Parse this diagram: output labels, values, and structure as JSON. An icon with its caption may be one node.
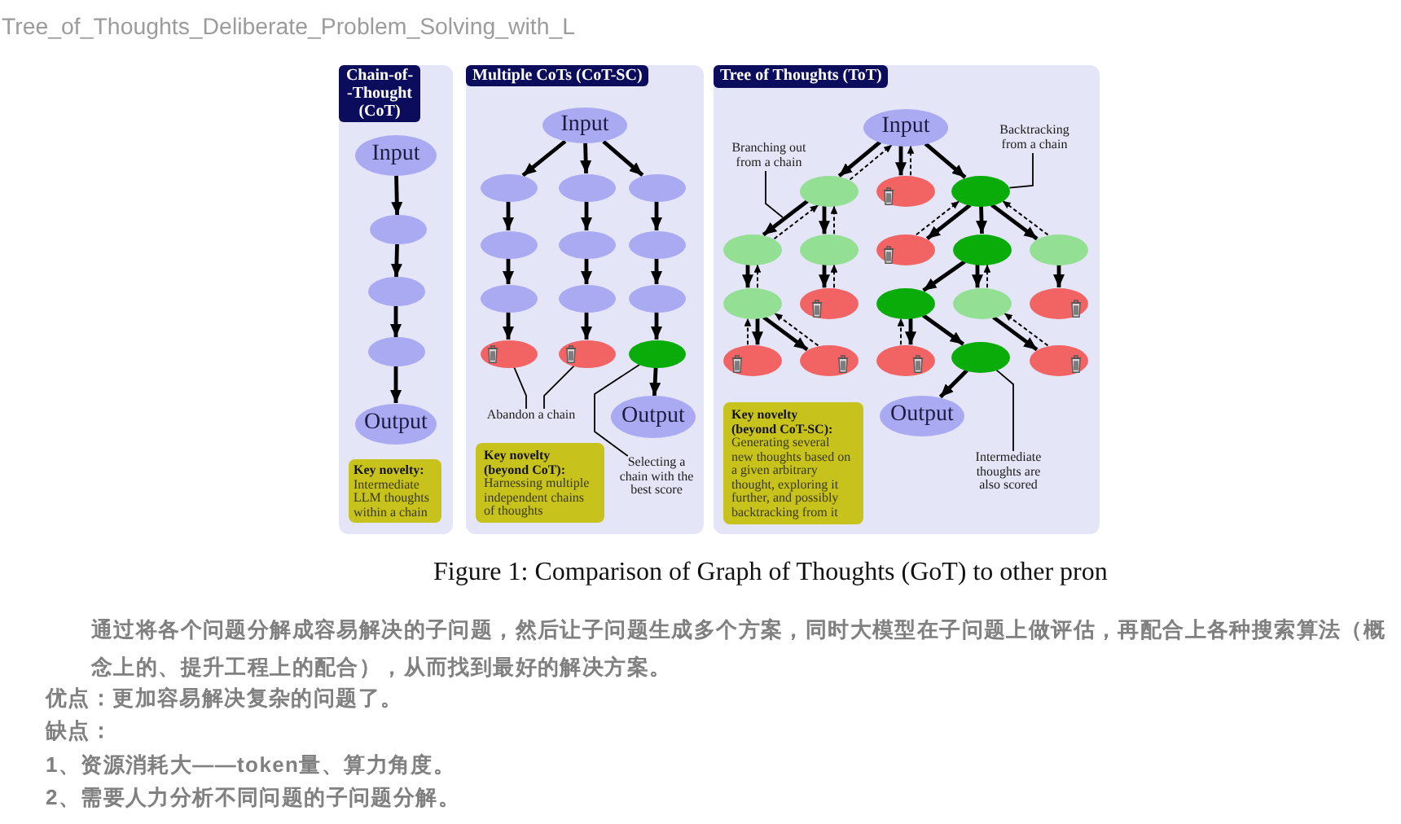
{
  "diagram": {
    "caption": "Figure 1: Comparison of Graph of Thoughts (GoT) to other pron",
    "nodes": [
      {
        "text": [
          "Chain-of- -Thought (CoT)"
        ]
      },
      {
        "text": [
          "Input"
        ],
        "in": 0
      },
      {
        "text": [],
        "shape": "ellipse",
        "in": 0
      },
      {
        "text": [],
        "shape": "ellipse",
        "in": 0
      },
      {
        "text": [],
        "shape": "ellipse",
        "in": 0
      },
      {
        "text": [
          "Output"
        ],
        "in": 0
      },
      {
        "text": [
          "Key novelty:",
          "Intermediate LLM thoughts within a chain"
        ],
        "in": 0
      },
      {
        "text": [
          "Multiple CoTs (CoT-SC)"
        ]
      },
      {
        "text": [
          "Input"
        ],
        "in": 7
      },
      {
        "text": [],
        "shape": "ellipse",
        "in": 7
      },
      {
        "text": [],
        "shape": "ellipse",
        "in": 7
      },
      {
        "text": [],
        "shape": "ellipse",
        "in": 7
      },
      {
        "text": [],
        "shape": "ellipse",
        "in": 7
      },
      {
        "text": [],
        "shape": "ellipse",
        "in": 7
      },
      {
        "text": [],
        "shape": "ellipse",
        "in": 7
      },
      {
        "text": [],
        "shape": "ellipse",
        "in": 7
      },
      {
        "text": [],
        "shape": "ellipse",
        "in": 7
      },
      {
        "text": [],
        "shape": "ellipse",
        "in": 7
      },
      {
        "text": [],
        "shape": "ellipse",
        "in": 7
      },
      {
        "text": [],
        "shape": "ellipse",
        "in": 7
      },
      {
        "text": [],
        "shape": "ellipse",
        "in": 7
      },
      {
        "text": [
          "Output"
        ],
        "in": 7
      },
      {
        "text": [
          "Abandon a chain"
        ],
        "in": 7
      },
      {
        "text": [
          "Key novelty (beyond CoT):",
          "Harnessing multiple independent chains of thoughts"
        ],
        "in": 7
      },
      {
        "text": [
          "Selecting a chain with the best score"
        ],
        "in": 7
      },
      {
        "text": [
          "Tree of Thoughts (ToT)"
        ]
      },
      {
        "text": [
          "Input"
        ],
        "in": 25
      },
      {
        "text": [
          "Branching out from a chain"
        ],
        "in": 25
      },
      {
        "text": [
          "Backtracking from a chain"
        ],
        "in": 25
      },
      {
        "text": [],
        "shape": "ellipse",
        "in": 25
      },
      {
        "text": [],
        "shape": "ellipse",
        "in": 25
      },
      {
        "text": [],
        "shape": "ellipse",
        "in": 25
      },
      {
        "text": [],
        "shape": "ellipse",
        "in": 25
      },
      {
        "text": [],
        "shape": "ellipse",
        "in": 25
      },
      {
        "text": [],
        "shape": "ellipse",
        "in": 25
      },
      {
        "text": [],
        "shape": "ellipse",
        "in": 25
      },
      {
        "text": [],
        "shape": "ellipse",
        "in": 25
      },
      {
        "text": [],
        "shape": "ellipse",
        "in": 25
      },
      {
        "text": [],
        "shape": "ellipse",
        "in": 25
      },
      {
        "text": [],
        "shape": "ellipse",
        "in": 25
      },
      {
        "text": [],
        "shape": "ellipse",
        "in": 25
      },
      {
        "text": [],
        "shape": "ellipse",
        "in": 25
      },
      {
        "text": [],
        "shape": "ellipse",
        "in": 25
      },
      {
        "text": [],
        "shape": "ellipse",
        "in": 25
      },
      {
        "text": [],
        "shape": "ellipse",
        "in": 25
      },
      {
        "text": [],
        "shape": "ellipse",
        "in": 25
      },
      {
        "text": [],
        "shape": "ellipse",
        "in": 25
      },
      {
        "text": [
          "Output"
        ],
        "in": 25
      },
      {
        "text": [
          "Key novelty (beyond CoT-SC):",
          "Generating several new thoughts based on a given arbitrary thought, exploring it further, and possibly backtracking from it"
        ],
        "in": 25
      },
      {
        "text": [
          "Intermediate thoughts are also scored"
        ],
        "in": 25
      }
    ],
    "edges": [
      {
        "from": 1,
        "to": 2,
        "arrow": "to"
      },
      {
        "from": 2,
        "to": 3,
        "arrow": "to"
      },
      {
        "from": 3,
        "to": 4,
        "arrow": "to"
      },
      {
        "from": 4,
        "to": 5,
        "arrow": "to"
      },
      {
        "from": 8,
        "to": 9,
        "arrow": "to"
      },
      {
        "from": 8,
        "to": 10,
        "arrow": "to"
      },
      {
        "from": 8,
        "to": 11,
        "arrow": "to"
      },
      {
        "from": 9,
        "to": 12,
        "arrow": "to"
      },
      {
        "from": 10,
        "to": 13,
        "arrow": "to"
      },
      {
        "from": 11,
        "to": 14,
        "arrow": "to"
      },
      {
        "from": 12,
        "to": 15,
        "arrow": "to"
      },
      {
        "from": 13,
        "to": 16,
        "arrow": "to"
      },
      {
        "from": 14,
        "to": 17,
        "arrow": "to"
      },
      {
        "from": 15,
        "to": 18,
        "arrow": "to"
      },
      {
        "from": 16,
        "to": 19,
        "arrow": "to"
      },
      {
        "from": 17,
        "to": 20,
        "arrow": "to"
      },
      {
        "from": 20,
        "to": 21,
        "arrow": "to"
      },
      {
        "from": 22,
        "to": 18,
        "arrow": "none"
      },
      {
        "from": 22,
        "to": 19,
        "arrow": "none"
      },
      {
        "from": 24,
        "to": 20,
        "arrow": "none"
      },
      {
        "from": 26,
        "to": 29,
        "arrow": "to"
      },
      {
        "from": 29,
        "to": 26,
        "arrow": "to",
        "style": "dashed"
      },
      {
        "from": 26,
        "to": 30,
        "arrow": "to"
      },
      {
        "from": 30,
        "to": 26,
        "arrow": "to",
        "style": "dashed"
      },
      {
        "from": 26,
        "to": 31,
        "arrow": "to"
      },
      {
        "from": 29,
        "to": 32,
        "arrow": "to"
      },
      {
        "from": 32,
        "to": 29,
        "arrow": "to",
        "style": "dashed"
      },
      {
        "from": 29,
        "to": 33,
        "arrow": "to"
      },
      {
        "from": 33,
        "to": 29,
        "arrow": "to",
        "style": "dashed"
      },
      {
        "from": 31,
        "to": 34,
        "arrow": "to"
      },
      {
        "from": 34,
        "to": 31,
        "arrow": "to",
        "style": "dashed"
      },
      {
        "from": 31,
        "to": 35,
        "arrow": "to"
      },
      {
        "from": 31,
        "to": 36,
        "arrow": "to"
      },
      {
        "from": 36,
        "to": 31,
        "arrow": "to",
        "style": "dashed"
      },
      {
        "from": 32,
        "to": 37,
        "arrow": "to"
      },
      {
        "from": 37,
        "to": 32,
        "arrow": "to",
        "style": "dashed"
      },
      {
        "from": 33,
        "to": 38,
        "arrow": "to"
      },
      {
        "from": 38,
        "to": 33,
        "arrow": "to",
        "style": "dashed"
      },
      {
        "from": 35,
        "to": 39,
        "arrow": "to"
      },
      {
        "from": 35,
        "to": 40,
        "arrow": "to"
      },
      {
        "from": 40,
        "to": 35,
        "arrow": "to",
        "style": "dashed"
      },
      {
        "from": 36,
        "to": 41,
        "arrow": "to"
      },
      {
        "from": 37,
        "to": 42,
        "arrow": "to"
      },
      {
        "from": 42,
        "to": 37,
        "arrow": "to",
        "style": "dashed"
      },
      {
        "from": 37,
        "to": 43,
        "arrow": "to"
      },
      {
        "from": 43,
        "to": 37,
        "arrow": "to",
        "style": "dashed"
      },
      {
        "from": 39,
        "to": 44,
        "arrow": "to"
      },
      {
        "from": 44,
        "to": 39,
        "arrow": "to",
        "style": "dashed"
      },
      {
        "from": 39,
        "to": 45,
        "arrow": "to"
      },
      {
        "from": 40,
        "to": 46,
        "arrow": "to"
      },
      {
        "from": 46,
        "to": 40,
        "arrow": "to",
        "style": "dashed"
      },
      {
        "from": 45,
        "to": 47,
        "arrow": "to"
      },
      {
        "from": 27,
        "to": null,
        "arrow": "none"
      },
      {
        "from": 28,
        "to": 31,
        "arrow": "none"
      },
      {
        "from": 49,
        "to": 45,
        "arrow": "none"
      }
    ],
    "labels": [
      "Tree_of_Thoughts_Deliberate_Problem_Solving_with_L",
      "通过将各个问题分解成容易解决的子问题，然后让子问题生成多个方案，同时大模型在子问题上做评估，再配合上各种搜索算法（概念上的、提升工程上的配合），从而找到最好的解决方案。",
      "优点：更加容易解决复杂的问题了。",
      "缺点：",
      "1、资源消耗大——token量、算力角度。",
      "2、需要人力分析不同问题的子问题分解。"
    ]
  }
}
